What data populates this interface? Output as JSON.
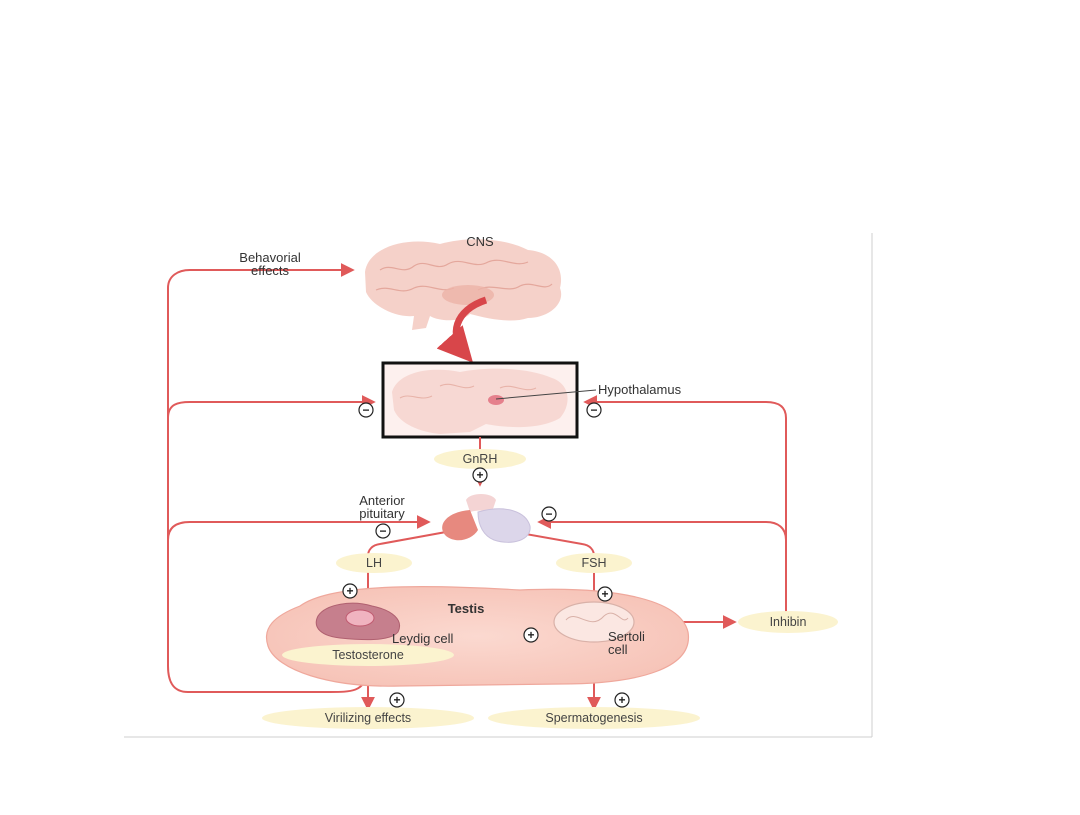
{
  "diagram": {
    "labels": {
      "cns": "CNS",
      "behavioral_line1": "Behavorial",
      "behavioral_line2": "effects",
      "hypothalamus": "Hypothalamus",
      "anterior_line1": "Anterior",
      "anterior_line2": "pituitary",
      "testis": "Testis",
      "leydig": "Leydig cell",
      "sertoli_line1": "Sertoli",
      "sertoli_line2": "cell"
    },
    "hormones": {
      "gnrh": "GnRH",
      "lh": "LH",
      "fsh": "FSH",
      "inhibin": "Inhibin",
      "testosterone": "Testosterone",
      "virilizing": "Virilizing effects",
      "spermatogenesis": "Spermatogenesis"
    },
    "signs": {
      "plus": "+",
      "minus": "−"
    },
    "colors": {
      "arrow": "#e05a5a",
      "pill": "#fbf3cf",
      "testis_fill": "#f7c7bd",
      "brain": "#f3c9c0"
    }
  }
}
